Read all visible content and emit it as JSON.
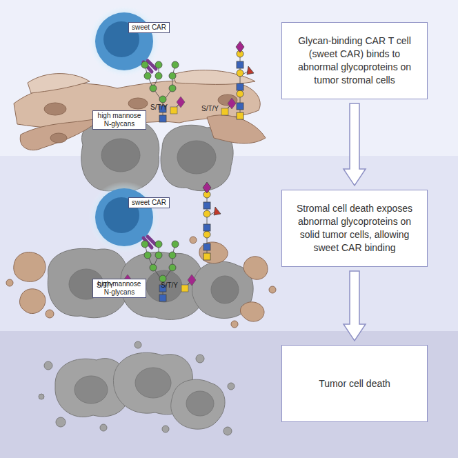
{
  "diagram": {
    "nodes": [
      {
        "text": [
          "Glycan-binding CAR T cell (sweet CAR) binds to abnormal glycoproteins on tumor stromal cells"
        ]
      },
      {
        "text": [
          "Stromal cell death exposes abnormal glycoproteins on solid tumor cells, allowing sweet CAR binding"
        ]
      },
      {
        "text": [
          "Tumor cell death"
        ]
      },
      {
        "text": [
          "sweet CAR"
        ]
      },
      {
        "text": [
          "high mannose N-glycans"
        ]
      },
      {
        "text": [
          "sweet CAR"
        ]
      },
      {
        "text": [
          "high mannose N-glycans"
        ]
      }
    ],
    "edges": [
      {
        "from": 0,
        "to": 1,
        "arrow": "to"
      },
      {
        "from": 1,
        "to": 2,
        "arrow": "to"
      }
    ],
    "labels": [
      "S/T/Y",
      "S/T/Y",
      "S/T/Y",
      "S/T/Y"
    ]
  }
}
